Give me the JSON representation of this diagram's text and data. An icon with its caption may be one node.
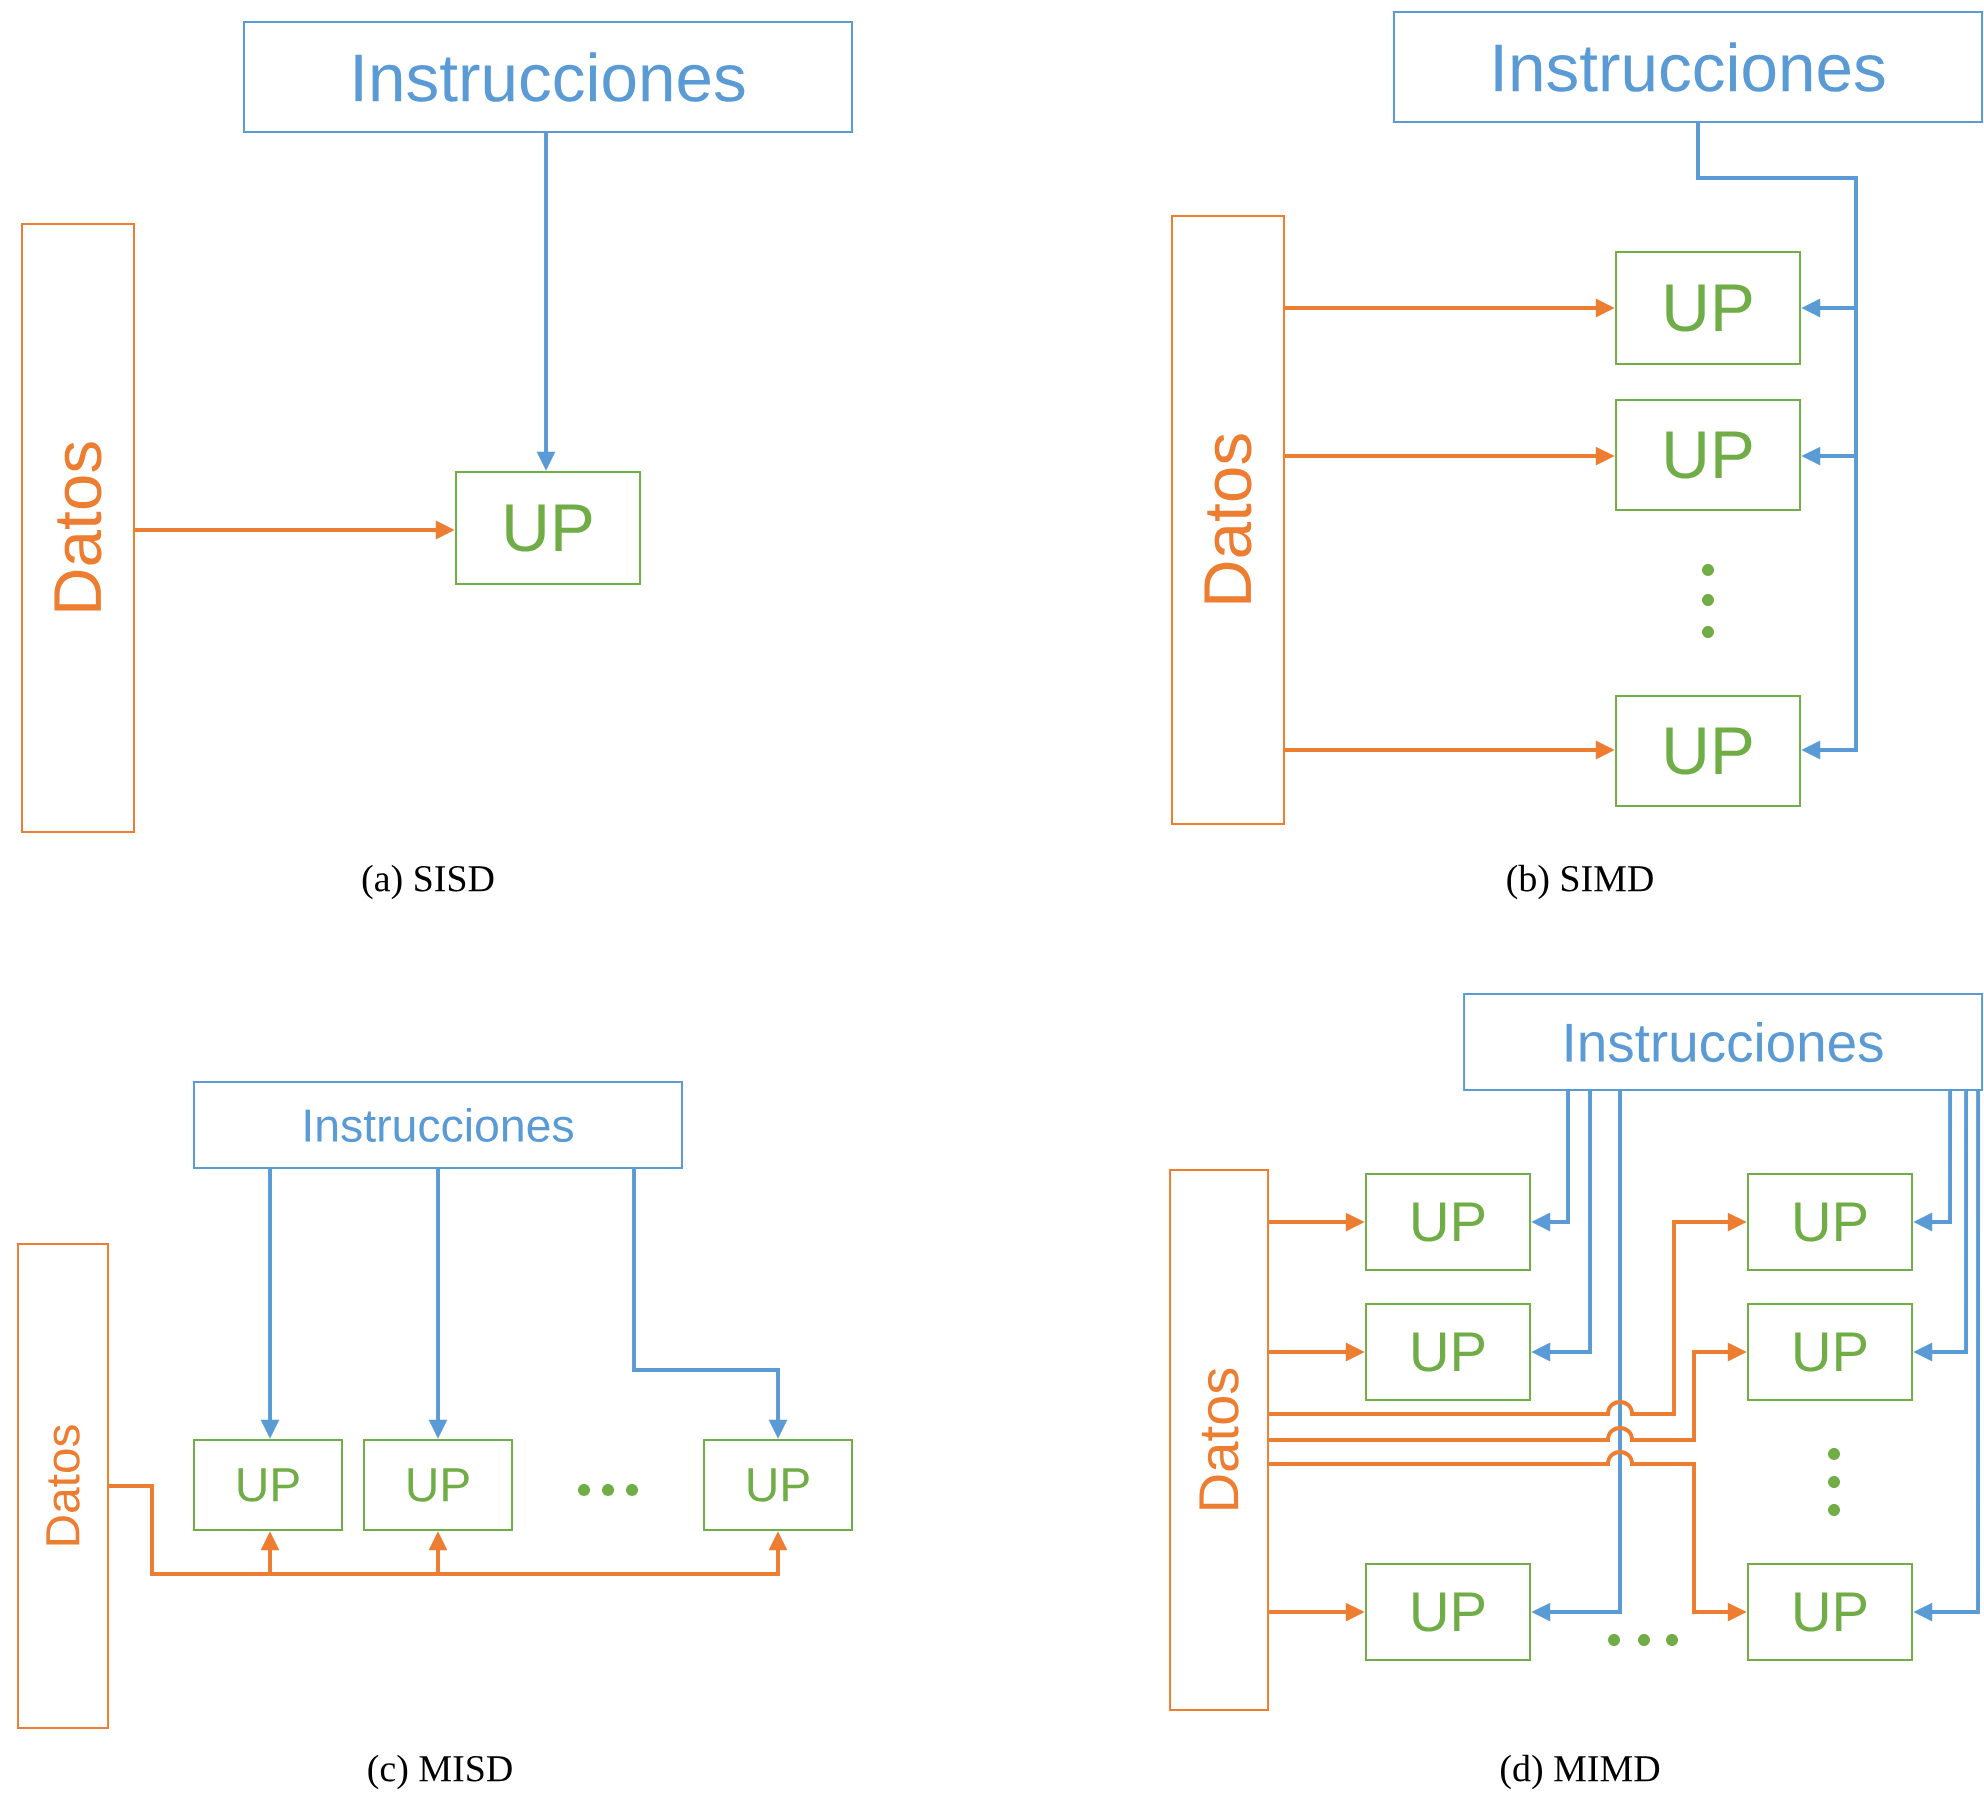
{
  "diagram": {
    "nodes": [
      {
        "text": [
          "Instrucciones"
        ]
      },
      {
        "text": [
          "Datos"
        ]
      },
      {
        "text": [
          "UP"
        ]
      },
      {
        "text": [
          "Instrucciones"
        ]
      },
      {
        "text": [
          "Datos"
        ]
      },
      {
        "text": [
          "UP"
        ]
      },
      {
        "text": [
          "UP"
        ]
      },
      {
        "text": [
          "UP"
        ]
      },
      {
        "text": [
          "Instrucciones"
        ]
      },
      {
        "text": [
          "Datos"
        ]
      },
      {
        "text": [
          "UP"
        ]
      },
      {
        "text": [
          "UP"
        ]
      },
      {
        "text": [
          "UP"
        ]
      },
      {
        "text": [
          "Instrucciones"
        ]
      },
      {
        "text": [
          "Datos"
        ]
      },
      {
        "text": [
          "UP"
        ]
      },
      {
        "text": [
          "UP"
        ]
      },
      {
        "text": [
          "UP"
        ]
      },
      {
        "text": [
          "UP"
        ]
      },
      {
        "text": [
          "UP"
        ]
      },
      {
        "text": [
          "UP"
        ]
      }
    ],
    "edges": [
      {
        "from": 0,
        "to": 2,
        "arrow": "to",
        "color": "#5b9bd5"
      },
      {
        "from": 1,
        "to": 2,
        "arrow": "to",
        "color": "#ed7d31"
      },
      {
        "from": 3,
        "to": 5,
        "arrow": "to",
        "color": "#5b9bd5"
      },
      {
        "from": 3,
        "to": 6,
        "arrow": "to",
        "color": "#5b9bd5"
      },
      {
        "from": 3,
        "to": 7,
        "arrow": "to",
        "color": "#5b9bd5"
      },
      {
        "from": 4,
        "to": 5,
        "arrow": "to",
        "color": "#ed7d31"
      },
      {
        "from": 4,
        "to": 6,
        "arrow": "to",
        "color": "#ed7d31"
      },
      {
        "from": 4,
        "to": 7,
        "arrow": "to",
        "color": "#ed7d31"
      },
      {
        "from": 8,
        "to": 10,
        "arrow": "to",
        "color": "#5b9bd5"
      },
      {
        "from": 8,
        "to": 11,
        "arrow": "to",
        "color": "#5b9bd5"
      },
      {
        "from": 8,
        "to": 12,
        "arrow": "to",
        "color": "#5b9bd5"
      },
      {
        "from": 9,
        "to": 10,
        "arrow": "to",
        "color": "#ed7d31"
      },
      {
        "from": 9,
        "to": 11,
        "arrow": "to",
        "color": "#ed7d31"
      },
      {
        "from": 9,
        "to": 12,
        "arrow": "to",
        "color": "#ed7d31"
      },
      {
        "from": 13,
        "to": 15,
        "arrow": "to",
        "color": "#5b9bd5"
      },
      {
        "from": 13,
        "to": 16,
        "arrow": "to",
        "color": "#5b9bd5"
      },
      {
        "from": 13,
        "to": 17,
        "arrow": "to",
        "color": "#5b9bd5"
      },
      {
        "from": 13,
        "to": 18,
        "arrow": "to",
        "color": "#5b9bd5"
      },
      {
        "from": 13,
        "to": 19,
        "arrow": "to",
        "color": "#5b9bd5"
      },
      {
        "from": 13,
        "to": 20,
        "arrow": "to",
        "color": "#5b9bd5"
      },
      {
        "from": 14,
        "to": 15,
        "arrow": "to",
        "color": "#ed7d31"
      },
      {
        "from": 14,
        "to": 16,
        "arrow": "to",
        "color": "#ed7d31"
      },
      {
        "from": 14,
        "to": 17,
        "arrow": "to",
        "color": "#ed7d31"
      },
      {
        "from": 14,
        "to": 18,
        "arrow": "to",
        "color": "#ed7d31"
      },
      {
        "from": 14,
        "to": 19,
        "arrow": "to",
        "color": "#ed7d31"
      },
      {
        "from": 14,
        "to": 20,
        "arrow": "to",
        "color": "#ed7d31"
      }
    ],
    "labels": [
      "(a) SISD",
      "(b) SIMD",
      "(c) MISD",
      "(d) MIMD"
    ]
  }
}
